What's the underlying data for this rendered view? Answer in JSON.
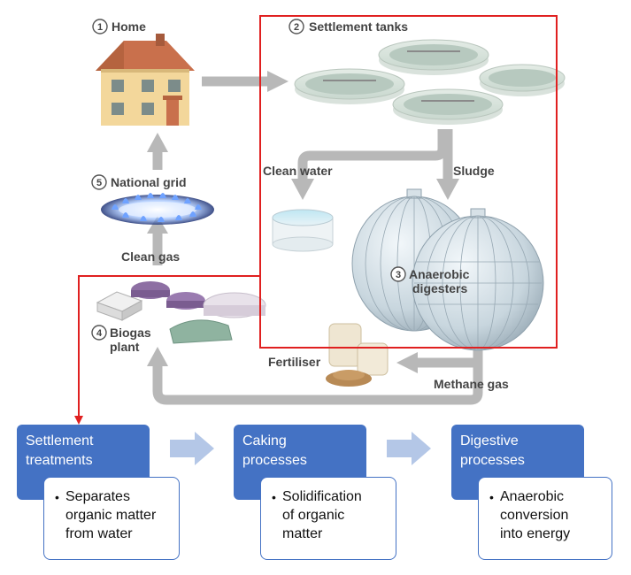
{
  "diagram": {
    "home": {
      "num": "1",
      "label": "Home"
    },
    "settlement_tanks": {
      "num": "2",
      "label": "Settlement tanks"
    },
    "anaerobic": {
      "num": "3",
      "line1": "Anaerobic",
      "line2": "digesters"
    },
    "biogas": {
      "num": "4",
      "line1": "Biogas",
      "line2": "plant"
    },
    "national_grid": {
      "num": "5",
      "label": "National grid"
    },
    "clean_water": "Clean water",
    "sludge": "Sludge",
    "clean_gas": "Clean gas",
    "fertiliser": "Fertiliser",
    "methane_gas": "Methane gas"
  },
  "stages": [
    {
      "title_line1": "Settlement",
      "title_line2": "treatments",
      "bullet_line1": "Separates",
      "bullet_line2": "organic matter",
      "bullet_line3": "from water"
    },
    {
      "title_line1": "Caking",
      "title_line2": "processes",
      "bullet_line1": "Solidification",
      "bullet_line2": "of organic",
      "bullet_line3": "matter"
    },
    {
      "title_line1": "Digestive",
      "title_line2": "processes",
      "bullet_line1": "Anaerobic",
      "bullet_line2": "conversion",
      "bullet_line3": "into energy"
    }
  ],
  "bullet_symbol": "•",
  "colors": {
    "highlight_red": "#e02020",
    "stage_blue": "#4472c4",
    "flow_arrow": "#b4c7e7",
    "diagram_arrow": "#b8b8b8"
  }
}
